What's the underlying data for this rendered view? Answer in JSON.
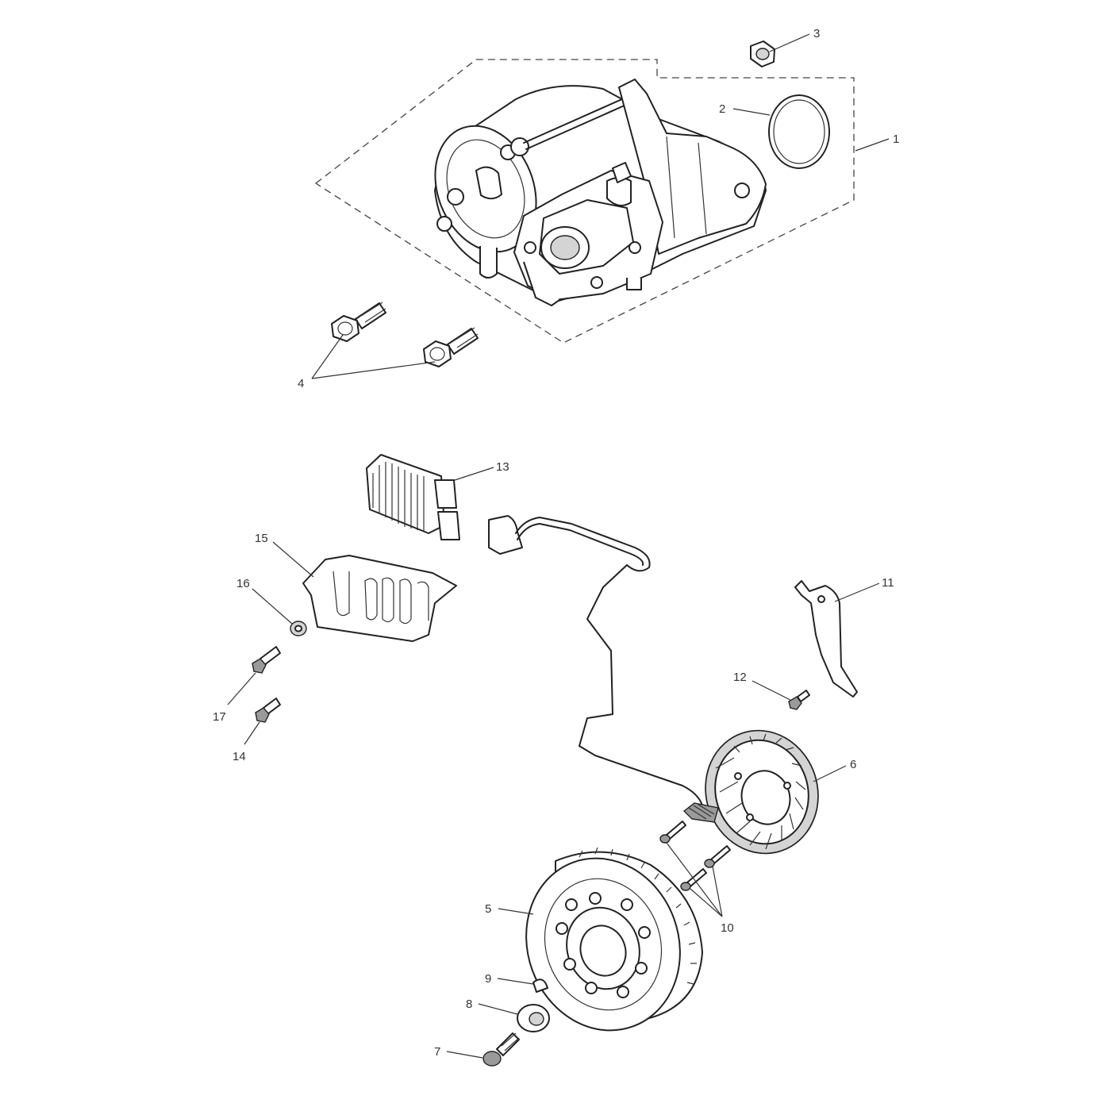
{
  "callouts": [
    {
      "id": "c1",
      "label": "1"
    },
    {
      "id": "c2",
      "label": "2"
    },
    {
      "id": "c3",
      "label": "3"
    },
    {
      "id": "c4",
      "label": "4"
    },
    {
      "id": "c5",
      "label": "5"
    },
    {
      "id": "c6",
      "label": "6"
    },
    {
      "id": "c7",
      "label": "7"
    },
    {
      "id": "c8",
      "label": "8"
    },
    {
      "id": "c9",
      "label": "9"
    },
    {
      "id": "c10",
      "label": "10"
    },
    {
      "id": "c11",
      "label": "11"
    },
    {
      "id": "c12",
      "label": "12"
    },
    {
      "id": "c13",
      "label": "13"
    },
    {
      "id": "c14",
      "label": "14"
    },
    {
      "id": "c15",
      "label": "15"
    },
    {
      "id": "c16",
      "label": "16"
    },
    {
      "id": "c17",
      "label": "17"
    }
  ],
  "colors": {
    "line": "#222222",
    "label": "#333333",
    "shade": "#d4d4d4",
    "background": "#ffffff"
  }
}
